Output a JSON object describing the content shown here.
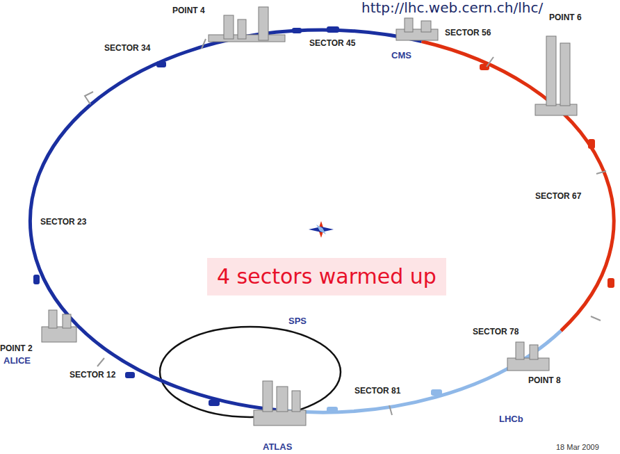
{
  "diagram": {
    "nodes": [
      {
        "text": [
          "4 sectors warmed up"
        ]
      }
    ],
    "edges": [],
    "labels": [
      "http://lhc.web.cern.ch/lhc/",
      "POINT 4",
      "SECTOR 45",
      "CMS",
      "SECTOR 56",
      "POINT 6",
      "SECTOR 34",
      "SECTOR 67",
      "SECTOR 23",
      "POINT 2",
      "ALICE",
      "SECTOR 12",
      "SPS",
      "SECTOR 81",
      "SECTOR 78",
      "POINT 8",
      "LHCb",
      "ATLAS",
      "18 Mar 2009"
    ]
  }
}
